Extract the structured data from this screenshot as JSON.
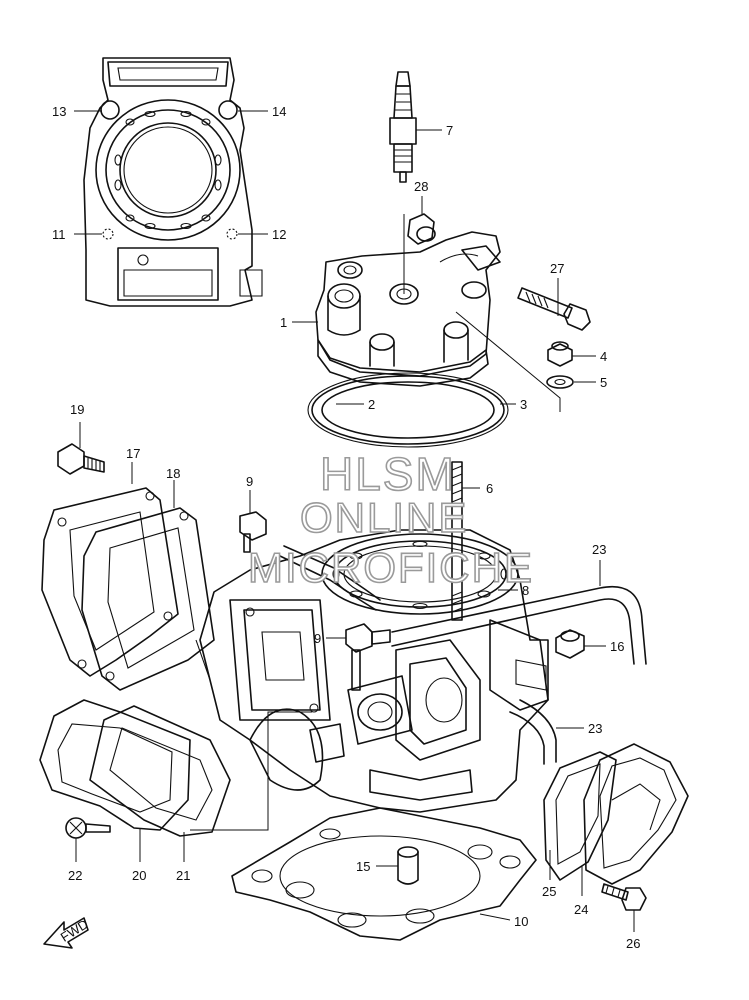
{
  "watermark": {
    "line1": "HLSM",
    "line2": "ONLINE",
    "line3": "MICROFICHE"
  },
  "fwd_label": "FWD",
  "callouts": {
    "c1": "1",
    "c2": "2",
    "c3": "3",
    "c4": "4",
    "c5": "5",
    "c6": "6",
    "c7": "7",
    "c8": "8",
    "c9a": "9",
    "c9b": "9",
    "c10": "10",
    "c11": "11",
    "c12": "12",
    "c13": "13",
    "c14": "14",
    "c15": "15",
    "c16": "16",
    "c17": "17",
    "c18": "18",
    "c19": "19",
    "c20": "20",
    "c21": "21",
    "c22": "22",
    "c23a": "23",
    "c23b": "23",
    "c24": "24",
    "c25": "25",
    "c26": "26",
    "c27": "27",
    "c28": "28"
  }
}
